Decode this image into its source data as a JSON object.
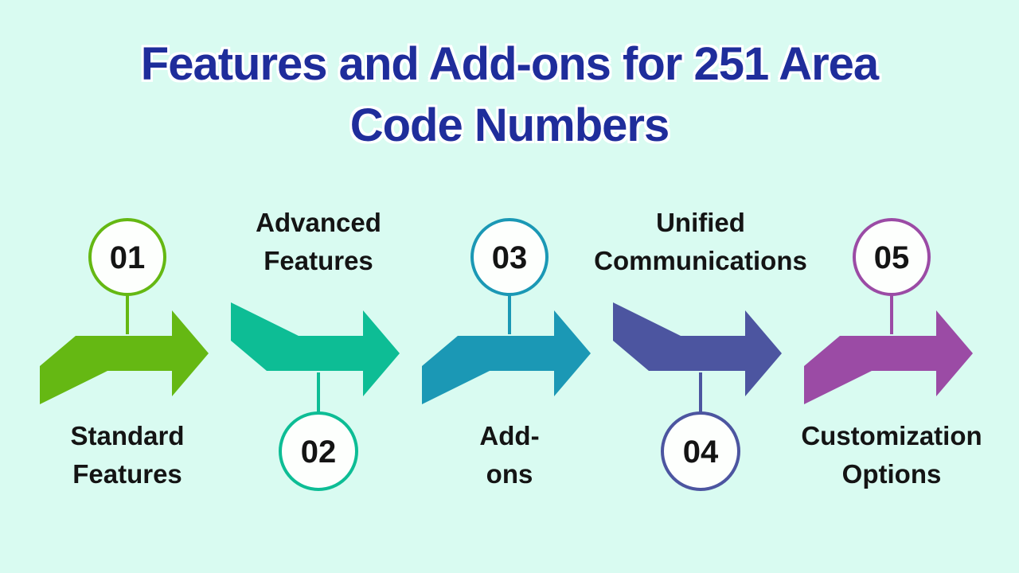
{
  "background_color": "#d9fbf1",
  "title": {
    "line1": "Features and Add-ons for 251 Area",
    "line2": "Code Numbers",
    "color": "#1f2d9b"
  },
  "text_color": "#141414",
  "circle_fill": "#fdfffd",
  "steps": [
    {
      "number": "01",
      "label_line1": "Standard",
      "label_line2": "Features",
      "label_position": "below",
      "color": "#65b813"
    },
    {
      "number": "02",
      "label_line1": "Advanced",
      "label_line2": "Features",
      "label_position": "above",
      "color": "#0dbd95"
    },
    {
      "number": "03",
      "label_line1": "Add-",
      "label_line2": "ons",
      "label_position": "below",
      "color": "#1b98b5"
    },
    {
      "number": "04",
      "label_line1": "Unified",
      "label_line2": "Communications",
      "label_position": "above",
      "color": "#4c55a0"
    },
    {
      "number": "05",
      "label_line1": "Customization",
      "label_line2": "Options",
      "label_position": "below",
      "color": "#9b4ba5"
    }
  ]
}
